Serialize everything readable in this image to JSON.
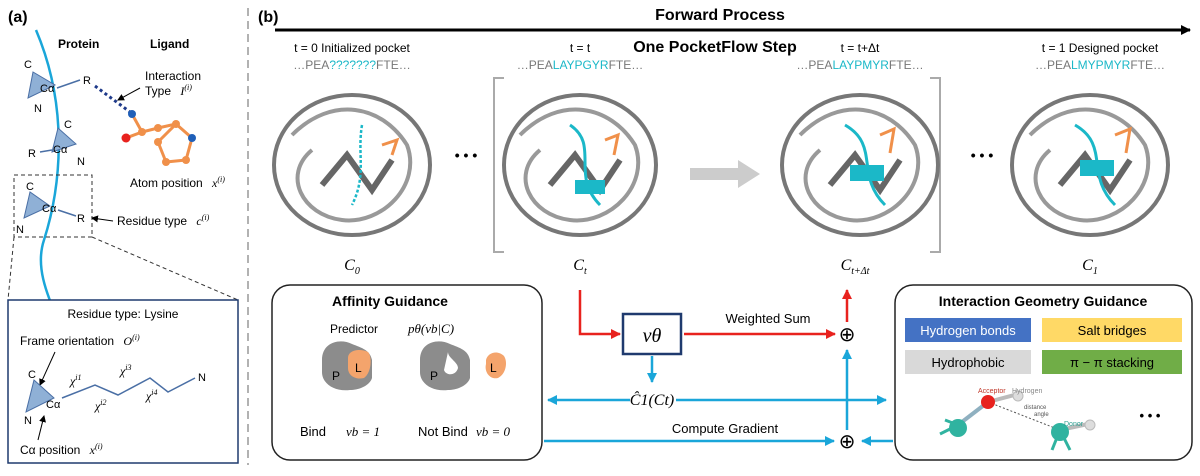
{
  "panel_a": {
    "label": "(a)",
    "protein_header": "Protein",
    "ligand_header": "Ligand",
    "atom_c": "C",
    "atom_ca": "Cα",
    "atom_n": "N",
    "atom_r": "R",
    "interaction_type": "Interaction",
    "interaction_type2": "Type",
    "interaction_sym": "I",
    "interaction_sup": "(i)",
    "atom_position": "Atom position",
    "atom_position_sym": "x",
    "atom_position_sup": "(i)",
    "residue_type": "Residue type",
    "residue_type_sym": "c",
    "residue_type_sup": "(i)",
    "inset_title": "Residue type: Lysine",
    "frame_orientation": "Frame orientation",
    "frame_orientation_sym": "O",
    "frame_orientation_sup": "(i)",
    "chi1": "χ",
    "chi1_sup": "i1",
    "chi2": "χ",
    "chi2_sup": "i2",
    "chi3": "χ",
    "chi3_sup": "i3",
    "chi4": "χ",
    "chi4_sup": "i4",
    "inset_n": "N",
    "ca_position": "Cα position",
    "ca_position_sym": "x",
    "ca_position_sup": "(i)"
  },
  "panel_b": {
    "label": "(b)",
    "forward_process": "Forward Process",
    "one_step": "One PocketFlow Step",
    "stages": [
      {
        "time_label": "t = 0 Initialized pocket",
        "seq_pre": "…PEA",
        "seq_mid": "???????",
        "seq_post": "FTE…",
        "state": "C",
        "state_sub": "0"
      },
      {
        "time_label": "t = t",
        "seq_pre": "…PEA",
        "seq_mid": "LAYPGYR",
        "seq_post": "FTE…",
        "state": "C",
        "state_sub": "t"
      },
      {
        "time_label": "t = t+Δt",
        "seq_pre": "…PEA",
        "seq_mid": "LAYPMYR",
        "seq_post": "FTE…",
        "state": "C",
        "state_sub": "t+Δt"
      },
      {
        "time_label": "t = 1 Designed pocket",
        "seq_pre": "…PEA",
        "seq_mid": "LMYPMYR",
        "seq_post": "FTE…",
        "state": "C",
        "state_sub": "1"
      }
    ],
    "ellipsis": "• • •",
    "affinity": {
      "title": "Affinity Guidance",
      "predictor": "Predictor",
      "predictor_formula": "pθ(vb|C)",
      "p": "P",
      "l": "L",
      "bind": "Bind",
      "bind_formula": "vb = 1",
      "not_bind": "Not Bind",
      "not_bind_formula": "vb = 0"
    },
    "model_sym": "vθ",
    "estimate_sym": "Ĉ1(Ct)",
    "weighted_sum": "Weighted Sum",
    "compute_gradient": "Compute Gradient",
    "oplus": "⊕",
    "interaction": {
      "title": "Interaction Geometry Guidance",
      "items": [
        {
          "label": "Hydrogen bonds",
          "color": "#4472c4",
          "text_color": "#ffffff"
        },
        {
          "label": "Salt bridges",
          "color": "#ffd966",
          "text_color": "#111111"
        },
        {
          "label": "Hydrophobic",
          "color": "#d9d9d9",
          "text_color": "#111111"
        },
        {
          "label": "π − π stacking",
          "color": "#70ad47",
          "text_color": "#111111"
        }
      ],
      "acceptor": "Acceptor",
      "hydrogen": "Hydrogen",
      "donor": "Donor",
      "distance": "distance",
      "angle": "angle",
      "more": "• • •"
    },
    "colors": {
      "cyan": "#1aa6d9",
      "red": "#e8221e",
      "navy": "#1f3a6e",
      "seq_cyan": "#1bb8c8"
    }
  }
}
